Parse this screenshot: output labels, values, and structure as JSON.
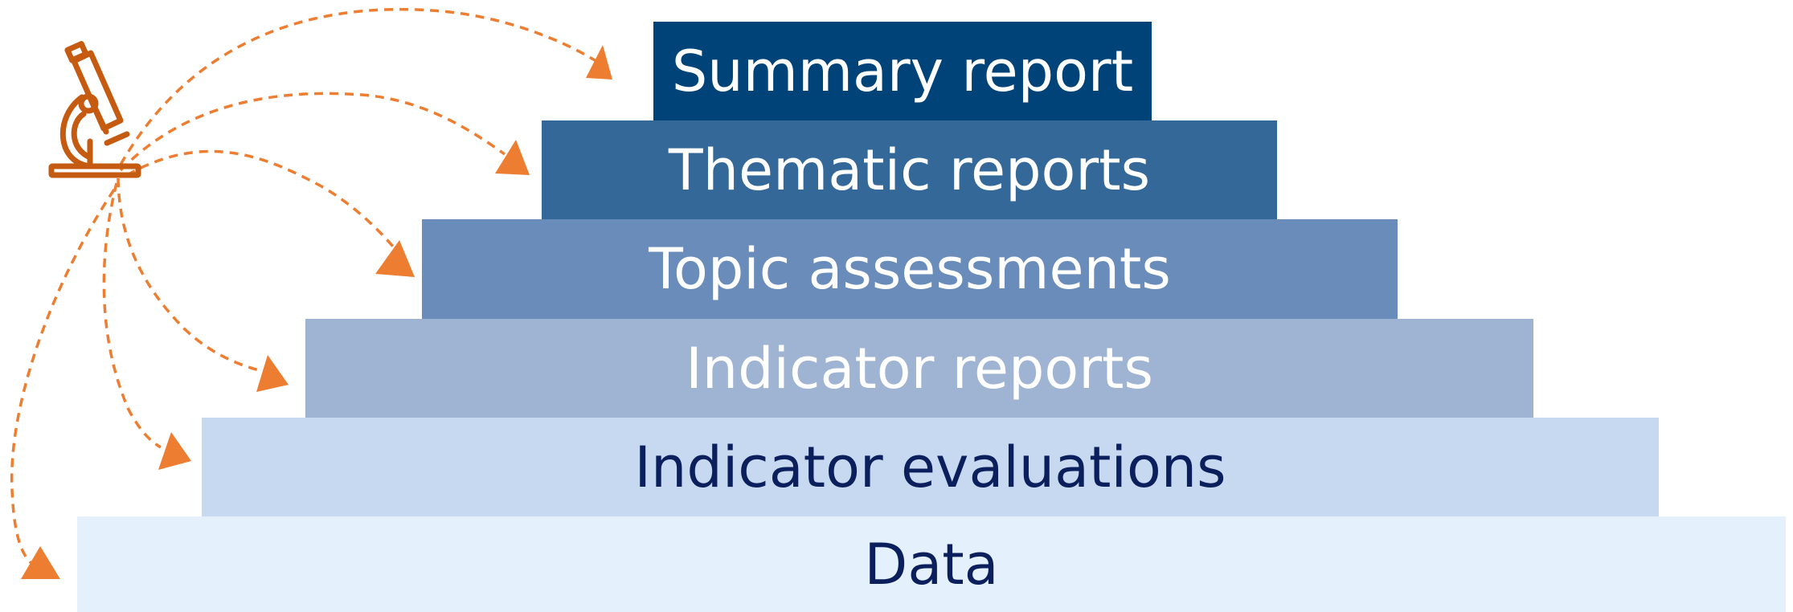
{
  "diagram": {
    "type": "pyramid",
    "tiers": [
      {
        "label": "Summary report",
        "fill": "#004379",
        "text_color": "#ffffff"
      },
      {
        "label": "Thematic reports",
        "fill": "#336899",
        "text_color": "#ffffff"
      },
      {
        "label": "Topic assessments",
        "fill": "#6a8cba",
        "text_color": "#ffffff"
      },
      {
        "label": "Indicator reports",
        "fill": "#9fb3d3",
        "text_color": "#ffffff"
      },
      {
        "label": "Indicator evaluations",
        "fill": "#c7d9f1",
        "text_color": "#0b1f5c"
      },
      {
        "label": "Data",
        "fill": "#e4f1fc",
        "text_color": "#0b1f5c"
      }
    ],
    "icon": {
      "name": "microscope-icon",
      "color": "#c55a11"
    },
    "arrow_color": "#ed7d31"
  }
}
